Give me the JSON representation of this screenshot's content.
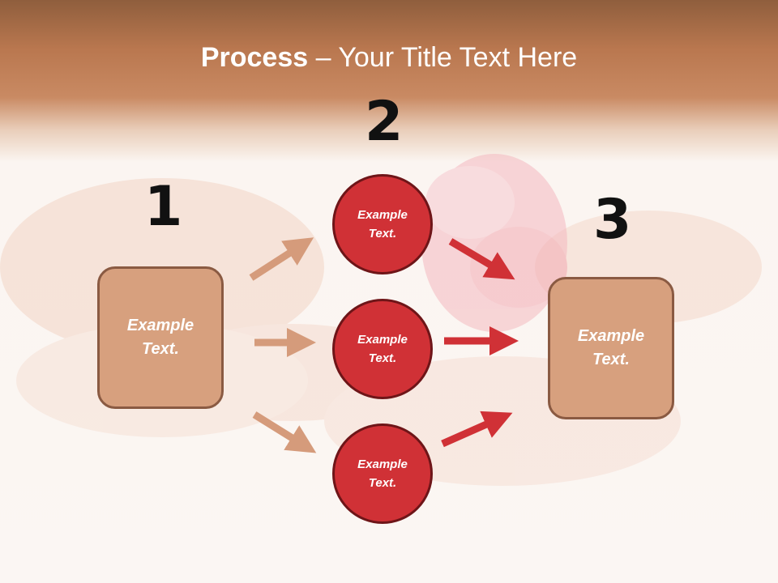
{
  "title": {
    "bold": "Process",
    "rest": " – Your Title Text Here"
  },
  "steps": [
    {
      "number": "1",
      "text": "Example\nText."
    },
    {
      "number": "2"
    },
    {
      "number": "3",
      "text": "Example\nText."
    }
  ],
  "circles": [
    {
      "text": "Example\nText."
    },
    {
      "text": "Example\nText."
    },
    {
      "text": "Example\nText."
    }
  ],
  "colors": {
    "box_fill": "#d7a07e",
    "circle_fill": "#d03136",
    "left_arrow": "#d59b7b",
    "right_arrow": "#d03136"
  }
}
